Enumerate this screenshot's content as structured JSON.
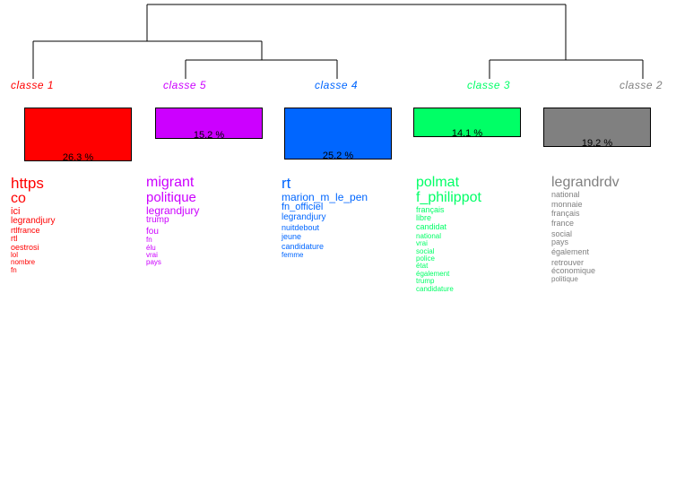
{
  "classes": [
    {
      "label": "classe  1",
      "percent": "26.3 %",
      "color": "#ff0000",
      "words": [
        "https",
        "co",
        "ici",
        "legrandjury",
        "rtlfrance",
        "rtl",
        "oestrosi",
        "lol",
        "nombre",
        "fn"
      ]
    },
    {
      "label": "classe  5",
      "percent": "15.2 %",
      "color": "#cc00ff",
      "words": [
        "migrant",
        "politique",
        "legrandjury",
        "trump",
        "fou",
        "fn",
        "élu",
        "vrai",
        "pays"
      ]
    },
    {
      "label": "classe  4",
      "percent": "25.2 %",
      "color": "#0066ff",
      "words": [
        "rt",
        "marion_m_le_pen",
        "fn_officiel",
        "legrandjury",
        "nuitdebout",
        "jeune",
        "candidature",
        "femme"
      ]
    },
    {
      "label": "classe  3",
      "percent": "14.1 %",
      "color": "#00ff66",
      "words": [
        "polmat",
        "f_philippot",
        "français",
        "libre",
        "candidat",
        "national",
        "vrai",
        "social",
        "police",
        "état",
        "également",
        "trump",
        "candidature"
      ]
    },
    {
      "label": "classe  2",
      "percent": "19.2 %",
      "color": "#808080",
      "words": [
        "legrandrdv",
        "national",
        "monnaie",
        "français",
        "france",
        "social",
        "pays",
        "également",
        "retrouver",
        "économique",
        "politique"
      ]
    }
  ]
}
